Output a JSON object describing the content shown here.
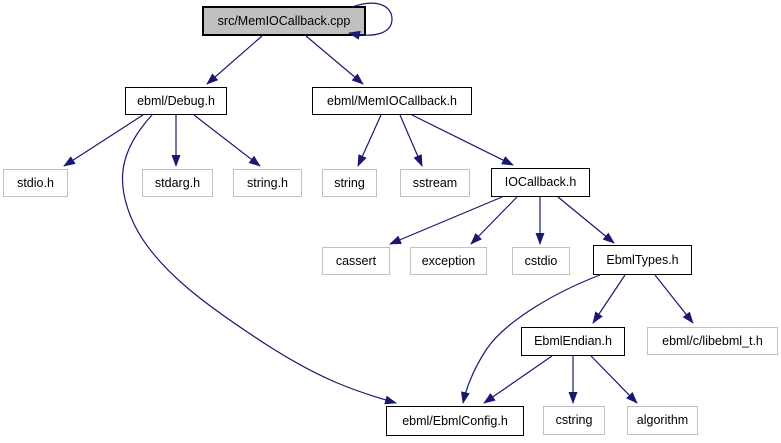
{
  "diagram": {
    "kind": "include-dependency-graph",
    "colors": {
      "edge": "#191970",
      "root_fill": "#c0c0c0",
      "internal_border": "#000000",
      "leaf_border": "#c0c0c0",
      "background": "#ffffff",
      "text": "#000000"
    },
    "nodes": {
      "root": {
        "label": "src/MemIOCallback.cpp"
      },
      "debug": {
        "label": "ebml/Debug.h"
      },
      "memiocallback": {
        "label": "ebml/MemIOCallback.h"
      },
      "stdio": {
        "label": "stdio.h"
      },
      "stdarg": {
        "label": "stdarg.h"
      },
      "string_h": {
        "label": "string.h"
      },
      "string": {
        "label": "string"
      },
      "sstream": {
        "label": "sstream"
      },
      "iocallback": {
        "label": "IOCallback.h"
      },
      "cassert": {
        "label": "cassert"
      },
      "exception": {
        "label": "exception"
      },
      "cstdio": {
        "label": "cstdio"
      },
      "ebmltypes": {
        "label": "EbmlTypes.h"
      },
      "ebmlendian": {
        "label": "EbmlEndian.h"
      },
      "libebml_t": {
        "label": "ebml/c/libebml_t.h"
      },
      "ebmlconfig": {
        "label": "ebml/EbmlConfig.h"
      },
      "cstring": {
        "label": "cstring"
      },
      "algorithm": {
        "label": "algorithm"
      }
    },
    "edges": [
      {
        "from": "src/MemIOCallback.cpp",
        "to": "src/MemIOCallback.cpp"
      },
      {
        "from": "src/MemIOCallback.cpp",
        "to": "ebml/Debug.h"
      },
      {
        "from": "src/MemIOCallback.cpp",
        "to": "ebml/MemIOCallback.h"
      },
      {
        "from": "ebml/Debug.h",
        "to": "stdio.h"
      },
      {
        "from": "ebml/Debug.h",
        "to": "stdarg.h"
      },
      {
        "from": "ebml/Debug.h",
        "to": "string.h"
      },
      {
        "from": "ebml/Debug.h",
        "to": "ebml/EbmlConfig.h"
      },
      {
        "from": "ebml/MemIOCallback.h",
        "to": "string"
      },
      {
        "from": "ebml/MemIOCallback.h",
        "to": "sstream"
      },
      {
        "from": "ebml/MemIOCallback.h",
        "to": "IOCallback.h"
      },
      {
        "from": "IOCallback.h",
        "to": "cassert"
      },
      {
        "from": "IOCallback.h",
        "to": "exception"
      },
      {
        "from": "IOCallback.h",
        "to": "cstdio"
      },
      {
        "from": "IOCallback.h",
        "to": "EbmlTypes.h"
      },
      {
        "from": "EbmlTypes.h",
        "to": "ebml/EbmlConfig.h"
      },
      {
        "from": "EbmlTypes.h",
        "to": "EbmlEndian.h"
      },
      {
        "from": "EbmlTypes.h",
        "to": "ebml/c/libebml_t.h"
      },
      {
        "from": "EbmlEndian.h",
        "to": "ebml/EbmlConfig.h"
      },
      {
        "from": "EbmlEndian.h",
        "to": "cstring"
      },
      {
        "from": "EbmlEndian.h",
        "to": "algorithm"
      }
    ]
  }
}
